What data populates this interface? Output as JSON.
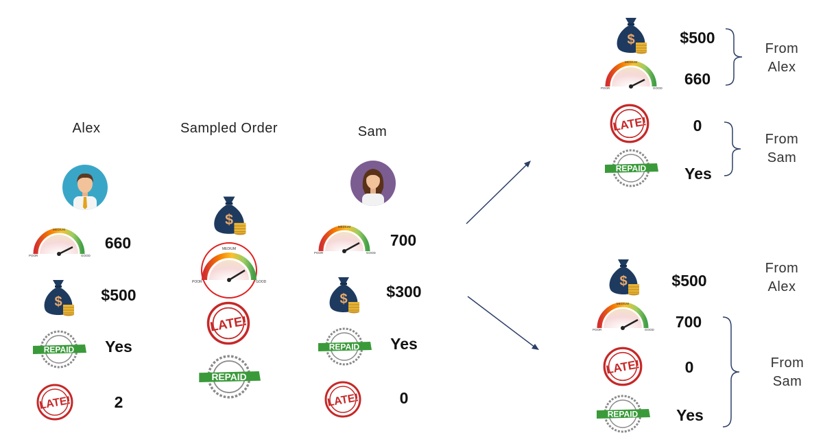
{
  "people": {
    "alex": {
      "name": "Alex",
      "score": "660",
      "loan": "$500",
      "repaid": "Yes",
      "late": "2"
    },
    "sampled": {
      "name": "Sampled Order"
    },
    "sam": {
      "name": "Sam",
      "score": "700",
      "loan": "$300",
      "repaid": "Yes",
      "late": "0"
    }
  },
  "gauge": {
    "top": "MEDIUM",
    "left": "POOR",
    "right": "GOOD"
  },
  "stamps": {
    "late": "LATE!",
    "repaid": "REPAID"
  },
  "dollar": "$",
  "result1": {
    "loan": "$500",
    "score": "660",
    "late": "0",
    "repaid": "Yes",
    "from_a": [
      "From",
      "Alex"
    ],
    "from_b": [
      "From",
      "Sam"
    ]
  },
  "result2": {
    "loan": "$500",
    "score": "700",
    "late": "0",
    "repaid": "Yes",
    "from_a": [
      "From",
      "Alex"
    ],
    "from_b": [
      "From",
      "Sam"
    ]
  },
  "colors": {
    "bag": "#1e3a5f",
    "coin": "#e9b536",
    "late": "#c62828",
    "repaid": "#3a9a3a",
    "arrow": "#2c3e66",
    "highlight": "#e02020"
  }
}
